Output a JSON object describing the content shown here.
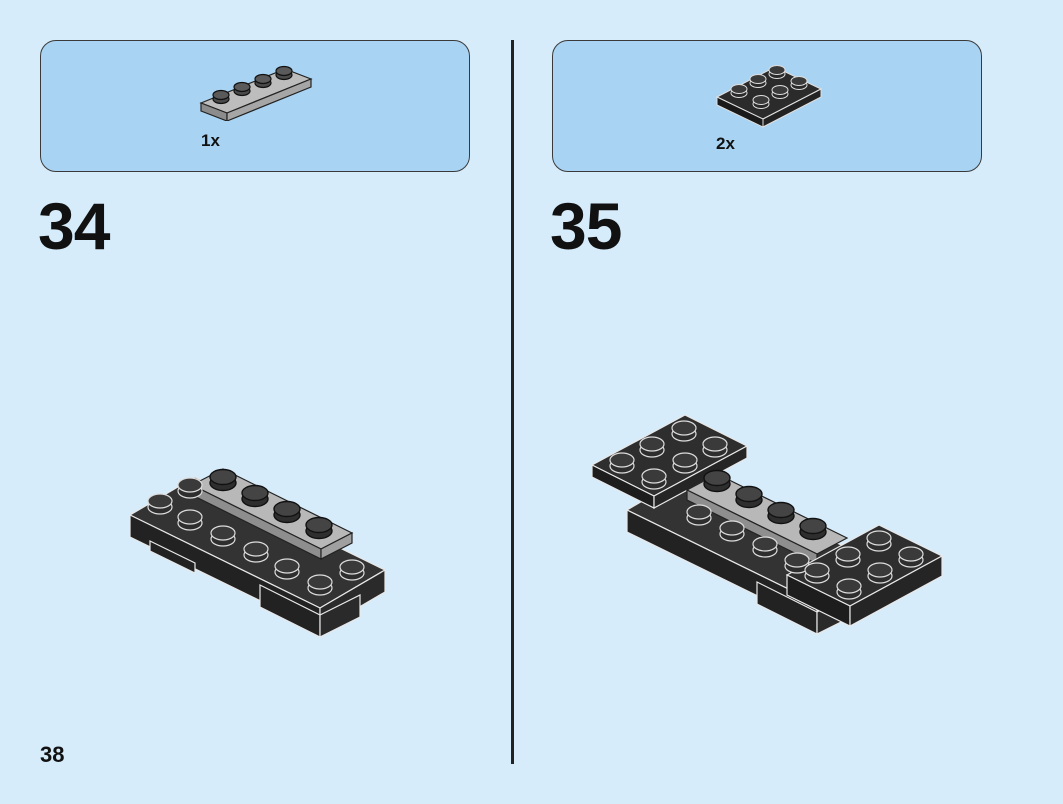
{
  "steps": [
    {
      "number": "34",
      "part": {
        "quantity": "1x",
        "name": "plate-1x4-icon",
        "color": "#9a9a9a"
      }
    },
    {
      "number": "35",
      "part": {
        "quantity": "2x",
        "name": "plate-2x3-icon",
        "color": "#2b2b2b"
      }
    }
  ],
  "page_number": "38",
  "colors": {
    "background": "#d6ecfb",
    "parts_box": "#a9d3f3",
    "dark_brick": "#2b2b2b",
    "grey_brick": "#9a9a9a"
  }
}
